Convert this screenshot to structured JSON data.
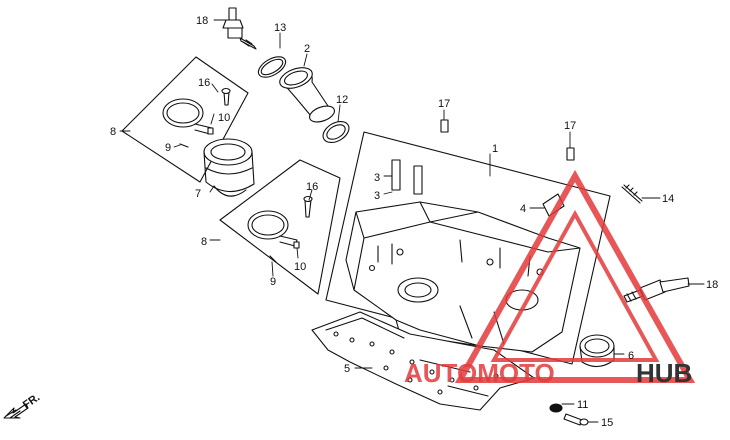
{
  "diagram": {
    "callouts": [
      {
        "id": "c18a",
        "label": "18"
      },
      {
        "id": "c13",
        "label": "13"
      },
      {
        "id": "c2",
        "label": "2"
      },
      {
        "id": "c16a",
        "label": "16"
      },
      {
        "id": "c10a",
        "label": "10"
      },
      {
        "id": "c8a",
        "label": "8"
      },
      {
        "id": "c9a",
        "label": "9"
      },
      {
        "id": "c12",
        "label": "12"
      },
      {
        "id": "c17a",
        "label": "17"
      },
      {
        "id": "c1",
        "label": "1"
      },
      {
        "id": "c17b",
        "label": "17"
      },
      {
        "id": "c3a",
        "label": "3"
      },
      {
        "id": "c3b",
        "label": "3"
      },
      {
        "id": "c7",
        "label": "7"
      },
      {
        "id": "c16b",
        "label": "16"
      },
      {
        "id": "c4",
        "label": "4"
      },
      {
        "id": "c14",
        "label": "14"
      },
      {
        "id": "c8b",
        "label": "8"
      },
      {
        "id": "c10b",
        "label": "10"
      },
      {
        "id": "c9b",
        "label": "9"
      },
      {
        "id": "c18b",
        "label": "18"
      },
      {
        "id": "c6",
        "label": "6"
      },
      {
        "id": "c5",
        "label": "5"
      },
      {
        "id": "c11",
        "label": "11"
      },
      {
        "id": "c15",
        "label": "15"
      }
    ],
    "direction_label": "FR.",
    "watermark": {
      "part1": "AUTOMOTO",
      "part2": "HUB"
    }
  },
  "colors": {
    "line": "#111111",
    "watermark_red": "#e43a3a",
    "watermark_dark": "#333333"
  }
}
